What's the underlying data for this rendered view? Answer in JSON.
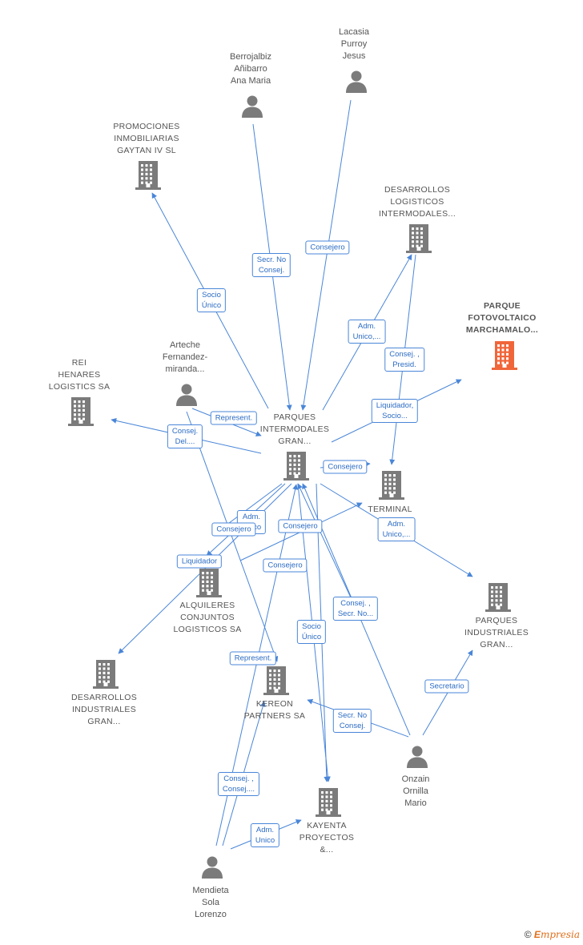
{
  "nodes": [
    {
      "id": "lacasia",
      "type": "person",
      "label": "Lacasia\nPurroy\nJesus"
    },
    {
      "id": "berrojalbiz",
      "type": "person",
      "label": "Berrojalbiz\nAñibarro\nAna Maria"
    },
    {
      "id": "promociones",
      "type": "company",
      "label": "PROMOCIONES\nINMOBILIARIAS\nGAYTAN IV SL"
    },
    {
      "id": "desarrollos_log",
      "type": "company",
      "label": "DESARROLLOS\nLOGISTICOS\nINTERMODALES..."
    },
    {
      "id": "parque_foto",
      "type": "company",
      "highlight": true,
      "label": "PARQUE\nFOTOVOLTAICO\nMARCHAMALO..."
    },
    {
      "id": "arteche",
      "type": "person",
      "label": "Arteche\nFernandez-\nmiranda..."
    },
    {
      "id": "rei",
      "type": "company",
      "label": "REI\nHENARES\nLOGISTICS SA"
    },
    {
      "id": "parques_inter",
      "type": "company",
      "label": "PARQUES\nINTERMODALES\nGRAN..."
    },
    {
      "id": "terminal",
      "type": "company",
      "label": "TERMINAL\nINT...\nMA..."
    },
    {
      "id": "alquileres",
      "type": "company",
      "label": "ALQUILERES\nCONJUNTOS\nLOGISTICOS SA"
    },
    {
      "id": "parques_ind",
      "type": "company",
      "label": "PARQUES\nINDUSTRIALES\nGRAN..."
    },
    {
      "id": "desarrollos_ind",
      "type": "company",
      "label": "DESARROLLOS\nINDUSTRIALES\nGRAN..."
    },
    {
      "id": "kereon",
      "type": "company",
      "label": "KEREON\nPARTNERS SA"
    },
    {
      "id": "onzain",
      "type": "person",
      "label": "Onzain\nOrnilla\nMario"
    },
    {
      "id": "kayenta",
      "type": "company",
      "label": "KAYENTA\nPROYECTOS\n&..."
    },
    {
      "id": "mendieta",
      "type": "person",
      "label": "Mendieta\nSola\nLorenzo"
    }
  ],
  "edge_labels": [
    {
      "id": "e1",
      "text": "Consejero"
    },
    {
      "id": "e2",
      "text": "Secr.  No\nConsej."
    },
    {
      "id": "e3",
      "text": "Socio\nÚnico"
    },
    {
      "id": "e4",
      "text": "Adm.\nUnico,..."
    },
    {
      "id": "e5",
      "text": "Consej. ,\nPresid."
    },
    {
      "id": "e6",
      "text": "Liquidador,\nSocio..."
    },
    {
      "id": "e7",
      "text": "Represent."
    },
    {
      "id": "e8",
      "text": "Consej.\nDel...."
    },
    {
      "id": "e9",
      "text": "Consejero"
    },
    {
      "id": "e10",
      "text": "Adm.\nUnico,..."
    },
    {
      "id": "e11",
      "text": "Adm.\nUnico"
    },
    {
      "id": "e12",
      "text": "Consejero"
    },
    {
      "id": "e13",
      "text": "Consejero"
    },
    {
      "id": "e14",
      "text": "Liquidador"
    },
    {
      "id": "e15",
      "text": "Consejero"
    },
    {
      "id": "e16",
      "text": "Consej. ,\nSecr. No..."
    },
    {
      "id": "e17",
      "text": "Socio\nÚnico"
    },
    {
      "id": "e18",
      "text": "Represent."
    },
    {
      "id": "e19",
      "text": "Secretario"
    },
    {
      "id": "e20",
      "text": "Secr.  No\nConsej."
    },
    {
      "id": "e21",
      "text": "Consej. ,\nConsej...."
    },
    {
      "id": "e22",
      "text": "Adm.\nUnico"
    }
  ],
  "colors": {
    "edge": "#4a86d8",
    "icon": "#7b7b7b",
    "highlight": "#f0663a",
    "text": "#555555"
  },
  "footer": {
    "copyright": "©",
    "brand_initial": "E",
    "brand_rest": "mpresia"
  }
}
